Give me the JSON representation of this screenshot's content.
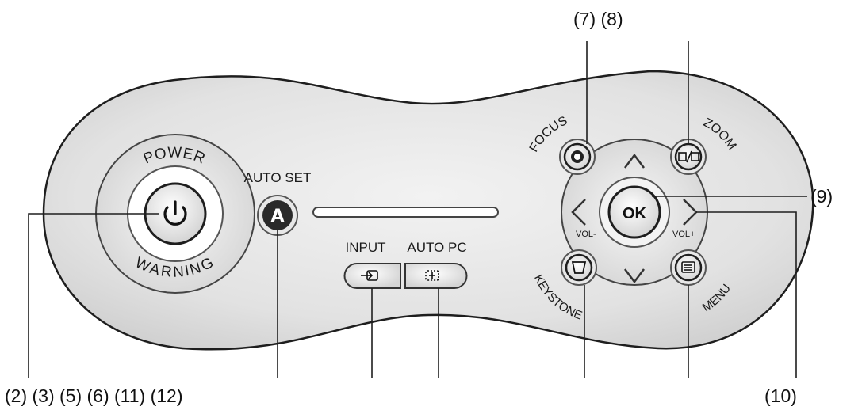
{
  "callouts": {
    "top_left": "(7) (8)",
    "right": "(9)",
    "bottom_left": "(2) (3) (5) (6) (11) (12)",
    "bottom_right": "(10)"
  },
  "labels": {
    "power": "POWER",
    "warning": "WARNING",
    "auto_set": "AUTO SET",
    "input": "INPUT",
    "auto_pc": "AUTO PC",
    "focus": "FOCUS",
    "zoom": "ZOOM",
    "keystone": "KEYSTONE",
    "menu": "MENU",
    "ok": "OK",
    "vol_minus": "VOL-",
    "vol_plus": "VOL+"
  },
  "icons": {
    "power": "power-icon",
    "auto_set": "letter-a-icon",
    "input": "input-source-icon",
    "auto_pc": "auto-pc-icon",
    "focus": "focus-icon",
    "zoom": "zoom-icon",
    "keystone": "keystone-icon",
    "menu": "menu-icon",
    "up": "arrow-up-icon",
    "down": "arrow-down-icon",
    "left": "arrow-left-icon",
    "right": "arrow-right-icon"
  },
  "colors": {
    "panel": "#e3e3e3",
    "outline": "#1e1e1e",
    "button_dark": "#2a2a2a",
    "text": "#111111"
  }
}
